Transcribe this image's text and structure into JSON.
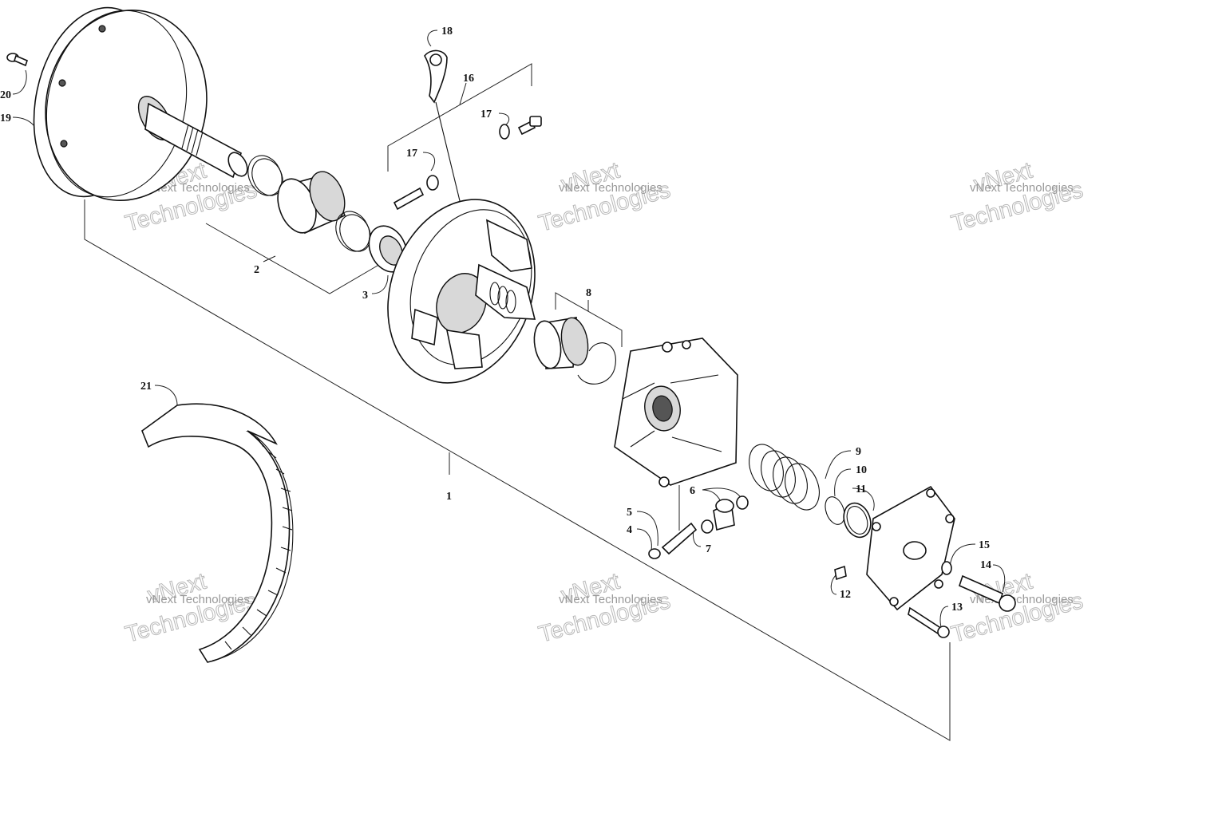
{
  "diagram": {
    "callouts": [
      {
        "id": "callout-1",
        "label": "1"
      },
      {
        "id": "callout-2",
        "label": "2"
      },
      {
        "id": "callout-3",
        "label": "3"
      },
      {
        "id": "callout-4",
        "label": "4"
      },
      {
        "id": "callout-5",
        "label": "5"
      },
      {
        "id": "callout-6",
        "label": "6"
      },
      {
        "id": "callout-7",
        "label": "7"
      },
      {
        "id": "callout-8",
        "label": "8"
      },
      {
        "id": "callout-9",
        "label": "9"
      },
      {
        "id": "callout-10",
        "label": "10"
      },
      {
        "id": "callout-11",
        "label": "11"
      },
      {
        "id": "callout-12",
        "label": "12"
      },
      {
        "id": "callout-13",
        "label": "13"
      },
      {
        "id": "callout-14",
        "label": "14"
      },
      {
        "id": "callout-15",
        "label": "15"
      },
      {
        "id": "callout-16",
        "label": "16"
      },
      {
        "id": "callout-17a",
        "label": "17"
      },
      {
        "id": "callout-17b",
        "label": "17"
      },
      {
        "id": "callout-18",
        "label": "18"
      },
      {
        "id": "callout-19",
        "label": "19"
      },
      {
        "id": "callout-20",
        "label": "20"
      },
      {
        "id": "callout-21",
        "label": "21"
      }
    ],
    "watermark": {
      "line1": "vNext Technologies",
      "line2": "vNext",
      "line3": "Technologies"
    }
  }
}
